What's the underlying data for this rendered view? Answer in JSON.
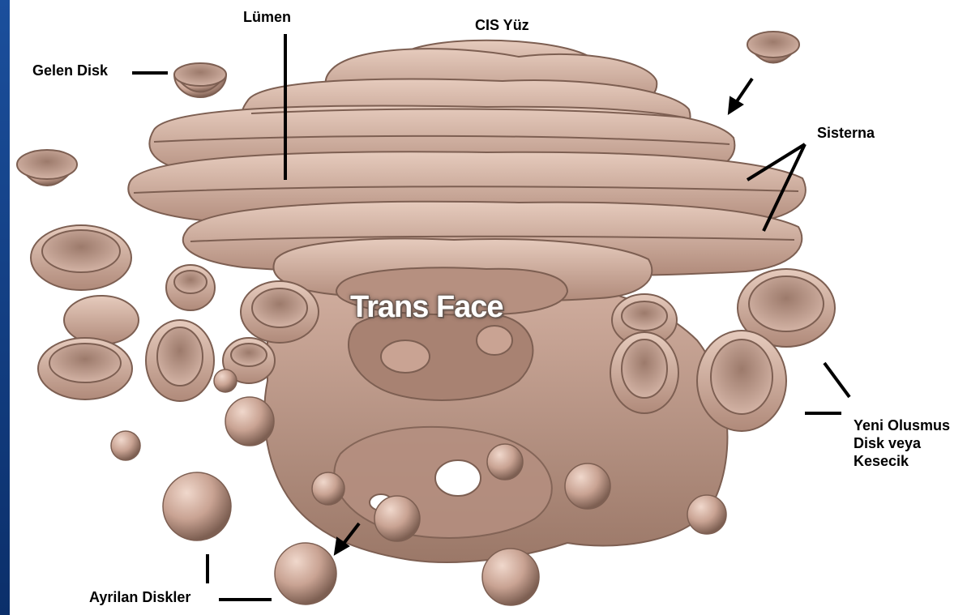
{
  "labels": {
    "lumen": "Lümen",
    "cis_face": "CIS Yüz",
    "incoming_disk": "Gelen Disk",
    "cisterna": "Sisterna",
    "trans_face": "Trans Face",
    "new_vesicle_line1": "Yeni Olusmus",
    "new_vesicle_line2": "Disk veya",
    "new_vesicle_line3": "Kesecik",
    "separating_disks": "Ayrilan Diskler"
  },
  "colors": {
    "membrane": "#c9a393",
    "membrane_light": "#e3c6b8",
    "membrane_dark": "#8a6a5c",
    "lumen_inner": "#b48c7c",
    "background": "#ffffff",
    "slide_frame": "#0e3a7a",
    "leader_line": "#000000"
  }
}
